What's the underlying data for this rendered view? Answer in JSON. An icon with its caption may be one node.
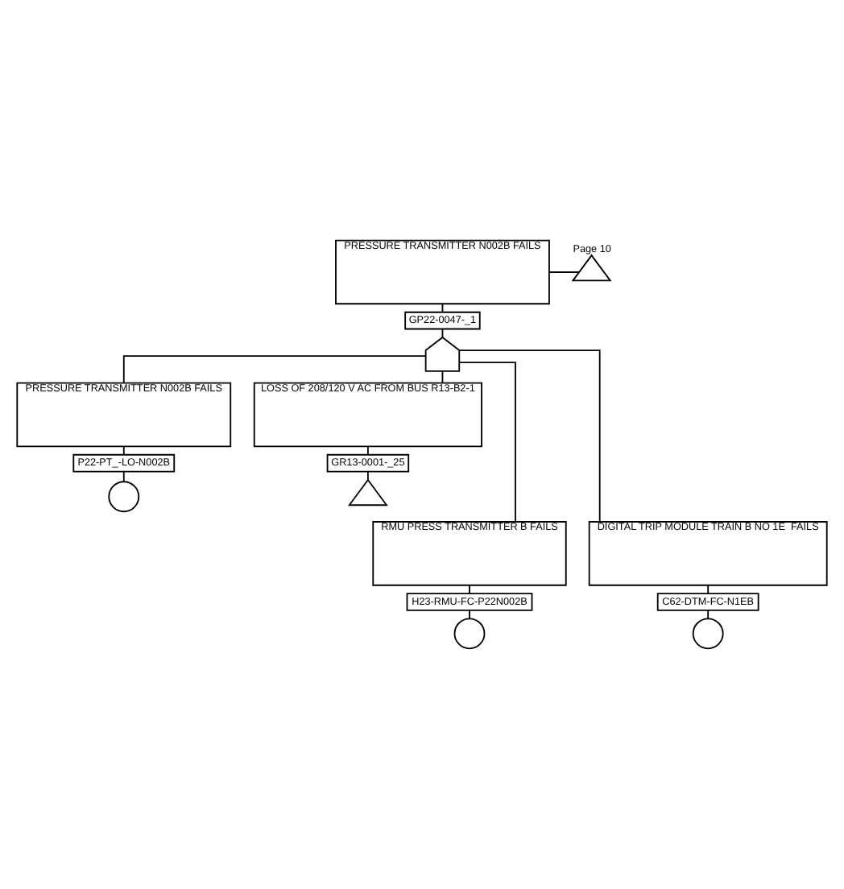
{
  "diagram": {
    "nodes": [
      {
        "text": [
          "PRESSURE TRANSMITTER N002B FAILS"
        ]
      },
      {
        "text": [
          "GP22-0047-_1"
        ]
      },
      {
        "text": [],
        "shape": "triangle",
        "beside": [
          "Page 10"
        ]
      },
      {
        "text": [],
        "shape": "gate"
      },
      {
        "text": [
          "PRESSURE TRANSMITTER N002B FAILS"
        ]
      },
      {
        "text": [
          "P22-PT_-LO-N002B"
        ]
      },
      {
        "text": [],
        "shape": "circle"
      },
      {
        "text": [
          "LOSS OF 208/120 V AC FROM BUS R13-B2-1"
        ]
      },
      {
        "text": [
          "GR13-0001-_25"
        ]
      },
      {
        "text": [],
        "shape": "triangle"
      },
      {
        "text": [
          "RMU PRESS TRANSMITTER B FAILS"
        ]
      },
      {
        "text": [
          "H23-RMU-FC-P22N002B"
        ]
      },
      {
        "text": [],
        "shape": "circle"
      },
      {
        "text": [
          "DIGITAL TRIP MODULE TRAIN B NO 1E  FAILS"
        ]
      },
      {
        "text": [
          "C62-DTM-FC-N1EB"
        ]
      },
      {
        "text": [],
        "shape": "circle"
      }
    ],
    "edges": [
      {
        "from": 0,
        "to": 2,
        "arrow": "none"
      },
      {
        "from": 0,
        "to": 1,
        "arrow": "none"
      },
      {
        "from": 1,
        "to": 3,
        "arrow": "none"
      },
      {
        "from": 3,
        "to": 4,
        "arrow": "none"
      },
      {
        "from": 3,
        "to": 7,
        "arrow": "none"
      },
      {
        "from": 3,
        "to": 10,
        "arrow": "none"
      },
      {
        "from": 3,
        "to": 13,
        "arrow": "none"
      },
      {
        "from": 4,
        "to": 5,
        "arrow": "none"
      },
      {
        "from": 5,
        "to": 6,
        "arrow": "none"
      },
      {
        "from": 7,
        "to": 8,
        "arrow": "none"
      },
      {
        "from": 8,
        "to": 9,
        "arrow": "none"
      },
      {
        "from": 10,
        "to": 11,
        "arrow": "none"
      },
      {
        "from": 11,
        "to": 12,
        "arrow": "none"
      },
      {
        "from": 13,
        "to": 14,
        "arrow": "none"
      },
      {
        "from": 14,
        "to": 15,
        "arrow": "none"
      }
    ]
  }
}
